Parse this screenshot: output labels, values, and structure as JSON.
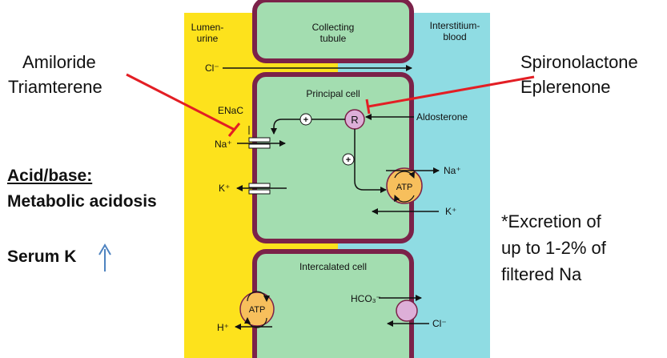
{
  "regions": {
    "lumen_label_1": "Lumen-",
    "lumen_label_2": "urine",
    "tubule_label_1": "Collecting",
    "tubule_label_2": "tubule",
    "interstitium_label_1": "Interstitium-",
    "interstitium_label_2": "blood"
  },
  "cells": {
    "principal": "Principal cell",
    "intercalated": "Intercalated cell"
  },
  "ions": {
    "cl_top": "Cl⁻",
    "enac": "ENaC",
    "na_in": "Na⁺",
    "k_out": "K⁺",
    "na_pump": "Na⁺",
    "k_pump": "K⁺",
    "h_out": "H⁺",
    "hco3": "HCO₃⁻",
    "cl_in": "Cl⁻"
  },
  "symbols": {
    "plus": "+",
    "receptor": "R",
    "atp": "ATP"
  },
  "hormone": "Aldosterone",
  "drugs": {
    "left_1": "Amiloride",
    "left_2": "Triamterene",
    "right_1": "Spironolactone",
    "right_2": "Eplerenone"
  },
  "notes": {
    "acid_base": "Acid/base:",
    "acidosis": "Metabolic acidosis",
    "serum_k": "Serum K",
    "excretion_1": "*Excretion of",
    "excretion_2": "up to 1-2% of",
    "excretion_3": "filtered Na"
  },
  "colors": {
    "lumen": "#fde21c",
    "interstitium": "#8fdce3",
    "cell": "#a3ddb0",
    "membrane": "#7b2249",
    "receptor": "#ddafd8",
    "atp": "#f7bf5c",
    "block": "#e31e24",
    "up_arrow": "#4e83c0"
  }
}
